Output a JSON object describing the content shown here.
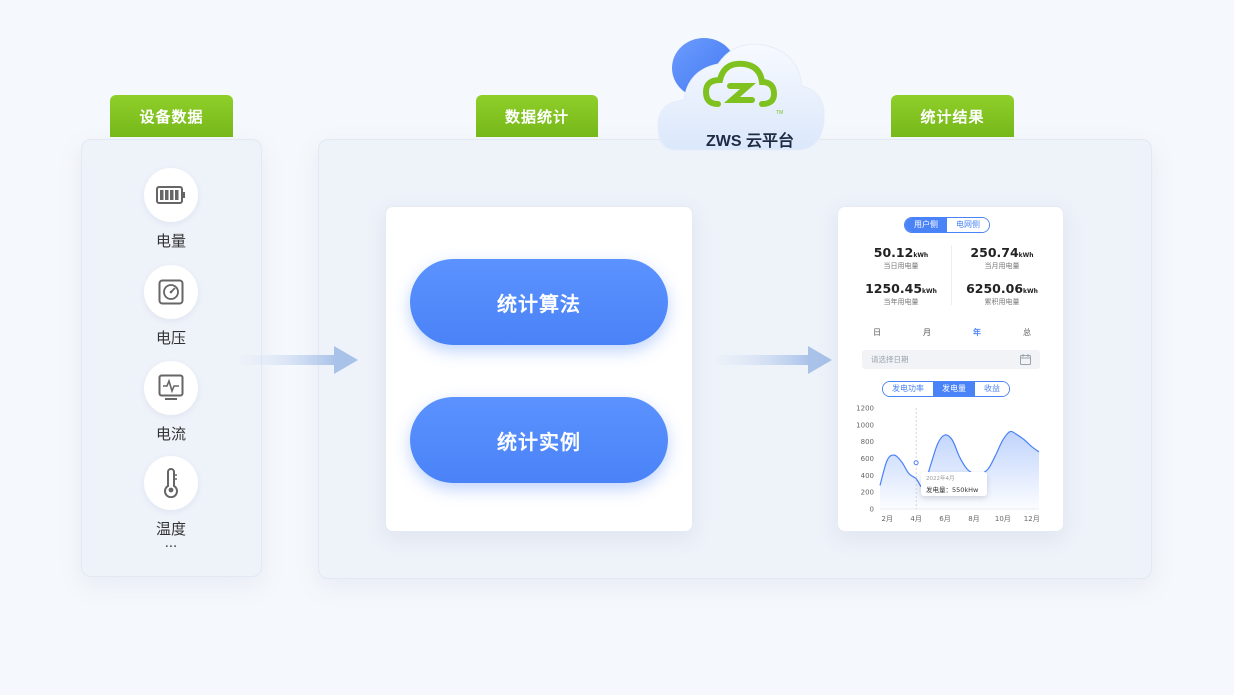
{
  "cloud": {
    "name": "ZWS 云平台",
    "tm": "TM"
  },
  "sections": {
    "device": "设备数据",
    "stats": "数据统计",
    "result": "统计结果"
  },
  "devices": [
    {
      "label": "电量",
      "icon": "battery-icon"
    },
    {
      "label": "电压",
      "icon": "voltage-meter-icon"
    },
    {
      "label": "电流",
      "icon": "current-monitor-icon"
    },
    {
      "label": "温度",
      "icon": "thermometer-icon"
    }
  ],
  "devices_more": "...",
  "methods": [
    "统计算法",
    "统计实例"
  ],
  "result_card": {
    "side_tabs": [
      "用户侧",
      "电网侧"
    ],
    "active_side": "用户侧",
    "stats": [
      {
        "value": "50.12",
        "unit": "kWh",
        "label": "当日用电量"
      },
      {
        "value": "250.74",
        "unit": "kWh",
        "label": "当月用电量"
      },
      {
        "value": "1250.45",
        "unit": "kWh",
        "label": "当年用电量"
      },
      {
        "value": "6250.06",
        "unit": "kWh",
        "label": "累积用电量"
      }
    ],
    "periods": [
      "日",
      "月",
      "年",
      "总"
    ],
    "active_period": "年",
    "date_placeholder": "请选择日期",
    "metric_tabs": [
      "发电功率",
      "发电量",
      "收益"
    ],
    "active_metric": "发电量",
    "tooltip": {
      "title": "2022年4月",
      "label": "发电量：",
      "value": "550kHw"
    },
    "accent": "#4a83f7"
  },
  "chart_data": {
    "type": "area",
    "ylim": [
      0,
      1200
    ],
    "y_ticks": [
      0,
      200,
      400,
      600,
      800,
      1000,
      1200
    ],
    "x_ticks": [
      "2月",
      "4月",
      "6月",
      "8月",
      "10月",
      "12月"
    ],
    "x": [
      1.5,
      2,
      2.5,
      3,
      3.5,
      4,
      4.5,
      5,
      5.5,
      6,
      6.5,
      7,
      7.5,
      8,
      8.5,
      9,
      9.5,
      10,
      10.5,
      11,
      11.5,
      12,
      12.5
    ],
    "values": [
      280,
      580,
      640,
      560,
      420,
      360,
      260,
      520,
      780,
      880,
      820,
      620,
      480,
      420,
      420,
      480,
      640,
      820,
      920,
      880,
      820,
      740,
      680
    ],
    "highlight": {
      "x": 4,
      "y": 550
    },
    "color": "#4a83f7"
  },
  "colors": {
    "tab_green": "#7fc11f",
    "pill_blue": "#4a83f7",
    "panel": "#eef2f9"
  }
}
